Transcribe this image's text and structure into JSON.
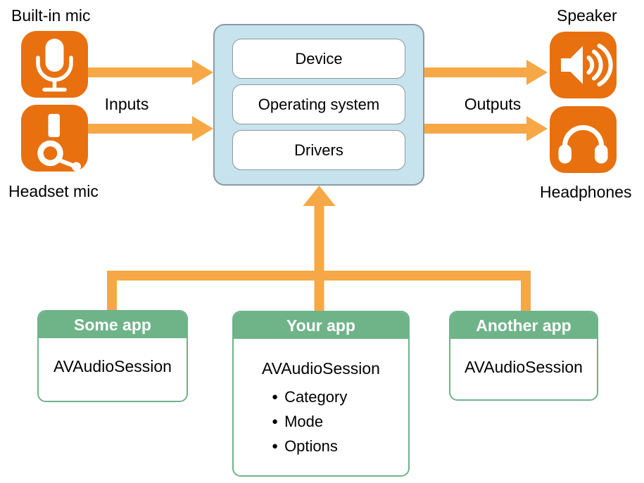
{
  "colors": {
    "icon_orange": "#E8700F",
    "arrow_orange": "#F5A845",
    "panel_blue_fill": "#C7E3ED",
    "panel_blue_border": "#8C9BA1",
    "layer_box_border": "#8E979C",
    "app_green": "#6FB389"
  },
  "input_devices": {
    "builtin_mic_label": "Built-in mic",
    "headset_mic_label": "Headset mic",
    "arrows_label": "Inputs"
  },
  "output_devices": {
    "speaker_label": "Speaker",
    "headphones_label": "Headphones",
    "arrows_label": "Outputs"
  },
  "system_stack": {
    "layers": [
      {
        "label": "Device"
      },
      {
        "label": "Operating system"
      },
      {
        "label": "Drivers"
      }
    ]
  },
  "apps": [
    {
      "title": "Some app",
      "class_name": "AVAudioSession"
    },
    {
      "title": "Your app",
      "class_name": "AVAudioSession",
      "bullet_char": "●",
      "bullets": [
        "Category",
        "Mode",
        "Options"
      ]
    },
    {
      "title": "Another app",
      "class_name": "AVAudioSession"
    }
  ]
}
